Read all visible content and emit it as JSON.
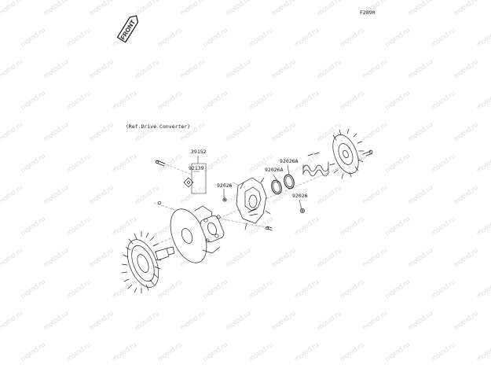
{
  "figure_code": "F2890",
  "front_badge": "FRONT",
  "reference_note": "(Ref.Drive Converter)",
  "part_labels": {
    "p39152": "39152",
    "p92139": "92139",
    "p92026_left": "92026",
    "p92026a_left": "92026A",
    "p92026a_right": "92026A",
    "p92026_right": "92026"
  },
  "watermark": {
    "text": "motod.ru",
    "color": "#d8dde6"
  }
}
